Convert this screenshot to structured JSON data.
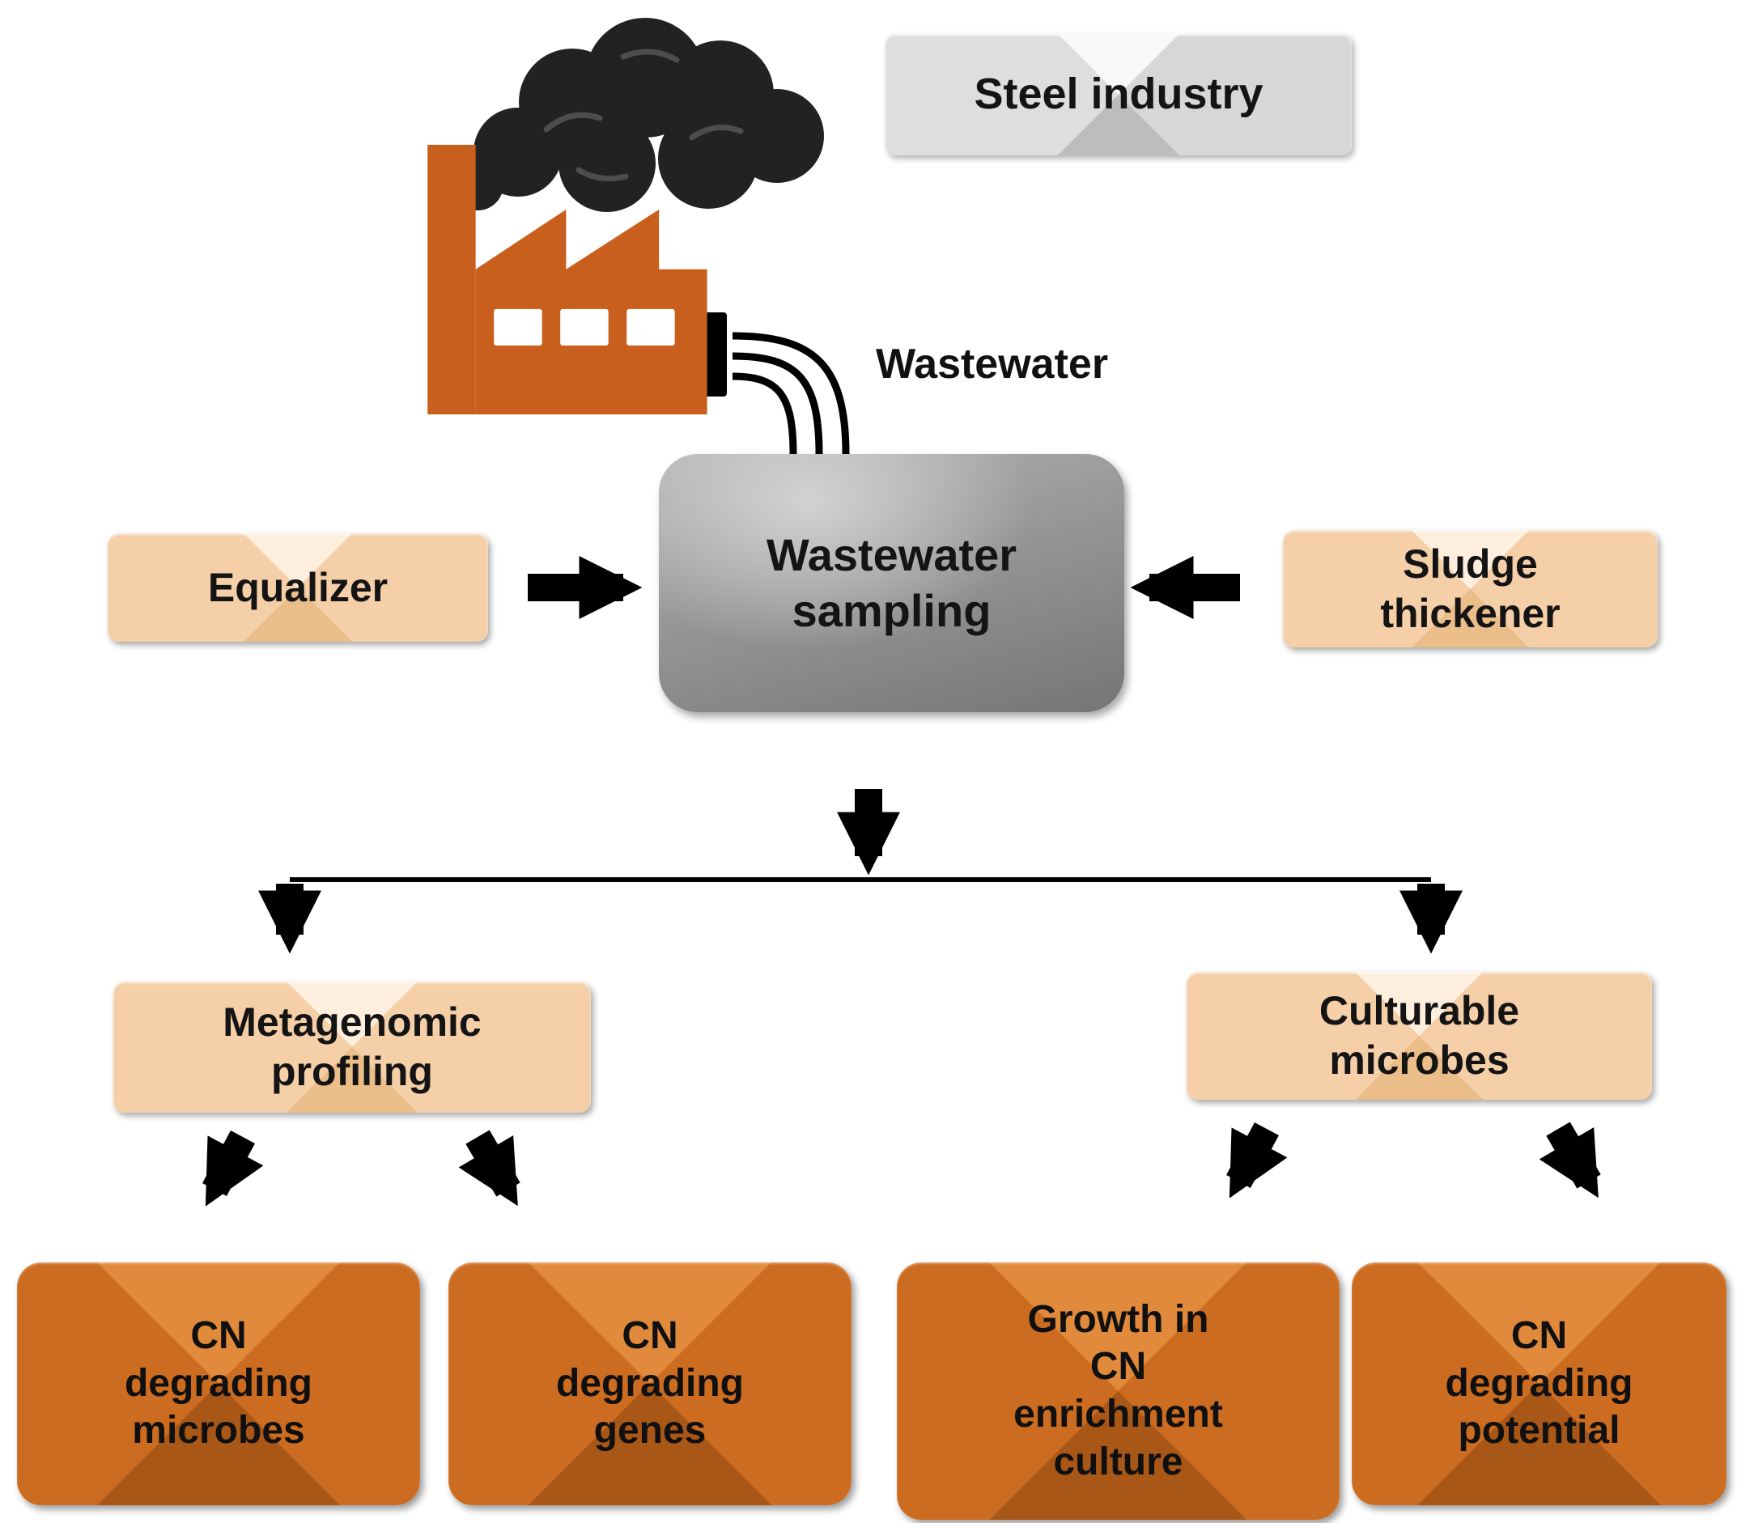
{
  "labels": {
    "steel_industry": "Steel industry",
    "wastewater": "Wastewater",
    "wastewater_sampling": "Wastewater\nsampling",
    "equalizer": "Equalizer",
    "sludge_thickener": "Sludge\nthickener",
    "metagenomic_profiling": "Metagenomic\nprofiling",
    "culturable_microbes": "Culturable\nmicrobes",
    "cn_degrading_microbes": "CN\ndegrading\nmicrobes",
    "cn_degrading_genes": "CN\ndegrading\ngenes",
    "growth_enrichment_culture": "Growth in\nCN\nenrichment\nculture",
    "cn_degrading_potential": "CN\ndegrading\npotential"
  },
  "icons": {
    "factory": "factory-icon",
    "smoke": "smoke-cloud-icon",
    "pipes": "wastewater-pipes-icon"
  },
  "colors": {
    "factory_orange": "#c95f1d",
    "orange_box": "#cc6c20",
    "peach_box": "#f4cfa8",
    "steel_box": "#d7d7d7",
    "sampling_gray": "#979797",
    "smoke_black": "#222222",
    "arrow_black": "#000000",
    "background": "#ffffff"
  }
}
